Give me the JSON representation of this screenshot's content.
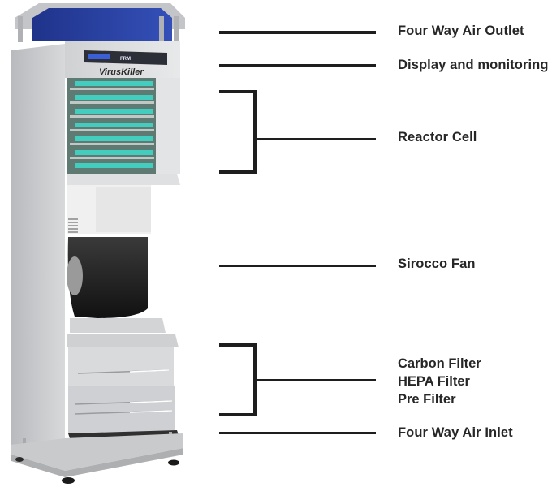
{
  "product": {
    "brand_logo_text": "VirusKiller",
    "display_panel_text": "FRM"
  },
  "callouts": [
    {
      "id": "outlet",
      "label": "Four Way Air Outlet"
    },
    {
      "id": "display",
      "label": "Display and monitoring"
    },
    {
      "id": "reactor",
      "label": "Reactor Cell"
    },
    {
      "id": "fan",
      "label": "Sirocco Fan"
    },
    {
      "id": "filters",
      "labels": [
        "Carbon Filter",
        "HEPA Filter",
        "Pre Filter"
      ]
    },
    {
      "id": "inlet",
      "label": "Four Way Air Inlet"
    }
  ],
  "colors": {
    "line": "#1e1e1e",
    "text": "#262626",
    "body_grey": "#c9cacc",
    "top_blue": "#2a3f9e",
    "uv_cyan": "#3fd6c8",
    "fan_black": "#1c1c1c"
  }
}
